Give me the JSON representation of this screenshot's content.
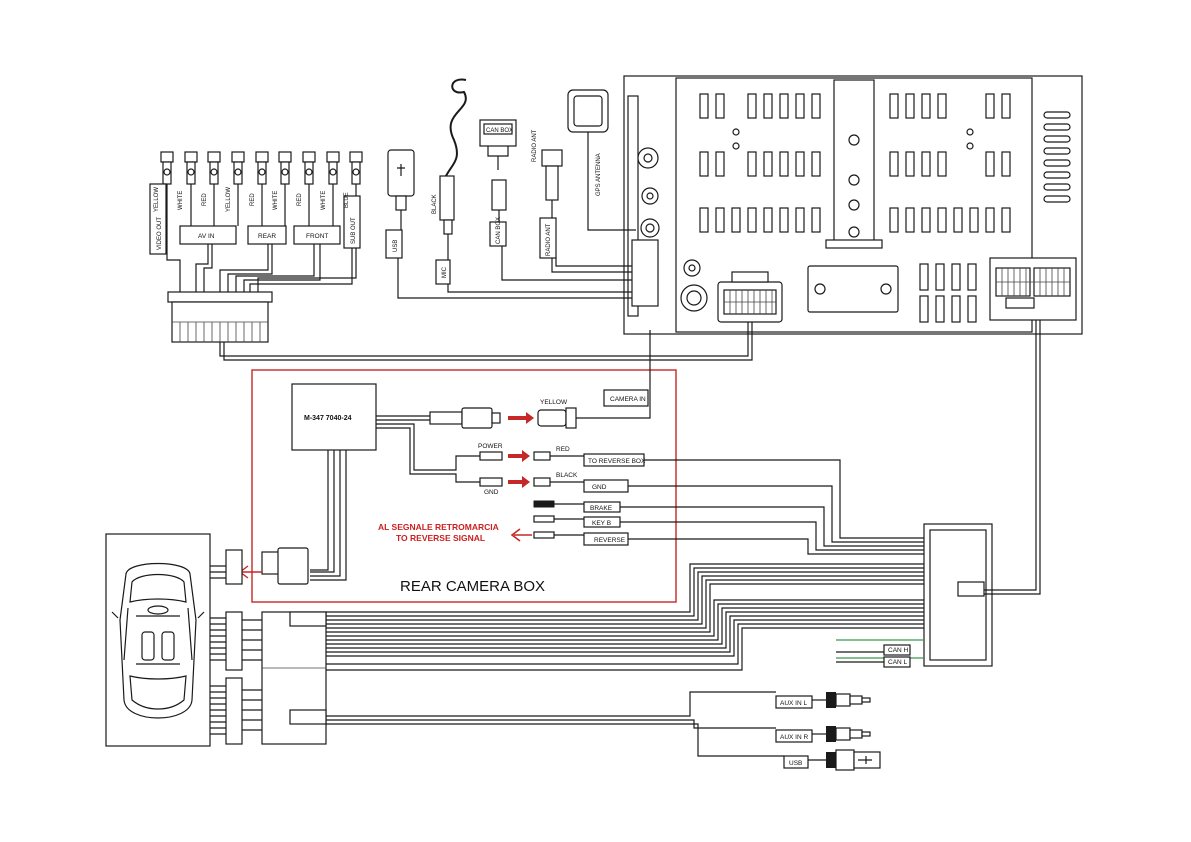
{
  "rca_top_labels": [
    "VIDEO OUT",
    "YELLOW",
    "WHITE",
    "RED",
    "YELLOW",
    "RED",
    "WHITE",
    "RED",
    "WHITE",
    "BLUE",
    "SUB OUT"
  ],
  "rca_group_labels": [
    "AV IN",
    "REAR",
    "FRONT"
  ],
  "top_labels": {
    "usb": "USB",
    "black": "BLACK",
    "mic": "MIC",
    "can_box": "CAN BOX",
    "can_box_v": "CAN BOX",
    "radio_ant": "RADIO ANT",
    "radio_ant_v": "RADIO ANT",
    "gps_antenna": "GPS ANTENNA"
  },
  "camera_box": {
    "title": "REAR CAMERA BOX",
    "module_code": "M-347 7040-24",
    "yellow": "YELLOW",
    "camera_in": "CAMERA IN",
    "power": "POWER",
    "gnd_small": "GND",
    "red": "RED",
    "black": "BLACK",
    "to_reverse_box": "TO REVERSE BOX",
    "gnd": "GND",
    "brake": "BRAKE",
    "key_b": "KEY B",
    "reverse": "REVERSE",
    "signal_it": "AL SEGNALE RETROMARCIA",
    "signal_en": "TO REVERSE SIGNAL"
  },
  "harness_labels": {
    "can_h": "CAN H",
    "can_l": "CAN L",
    "aux_l": "AUX IN L",
    "aux_r": "AUX IN R",
    "usb": "USB"
  },
  "colors": {
    "red_frame": "#c62828",
    "red_text": "#cc1f1f",
    "line": "#1a1a1a",
    "green_wire": "#3a9a4a"
  }
}
